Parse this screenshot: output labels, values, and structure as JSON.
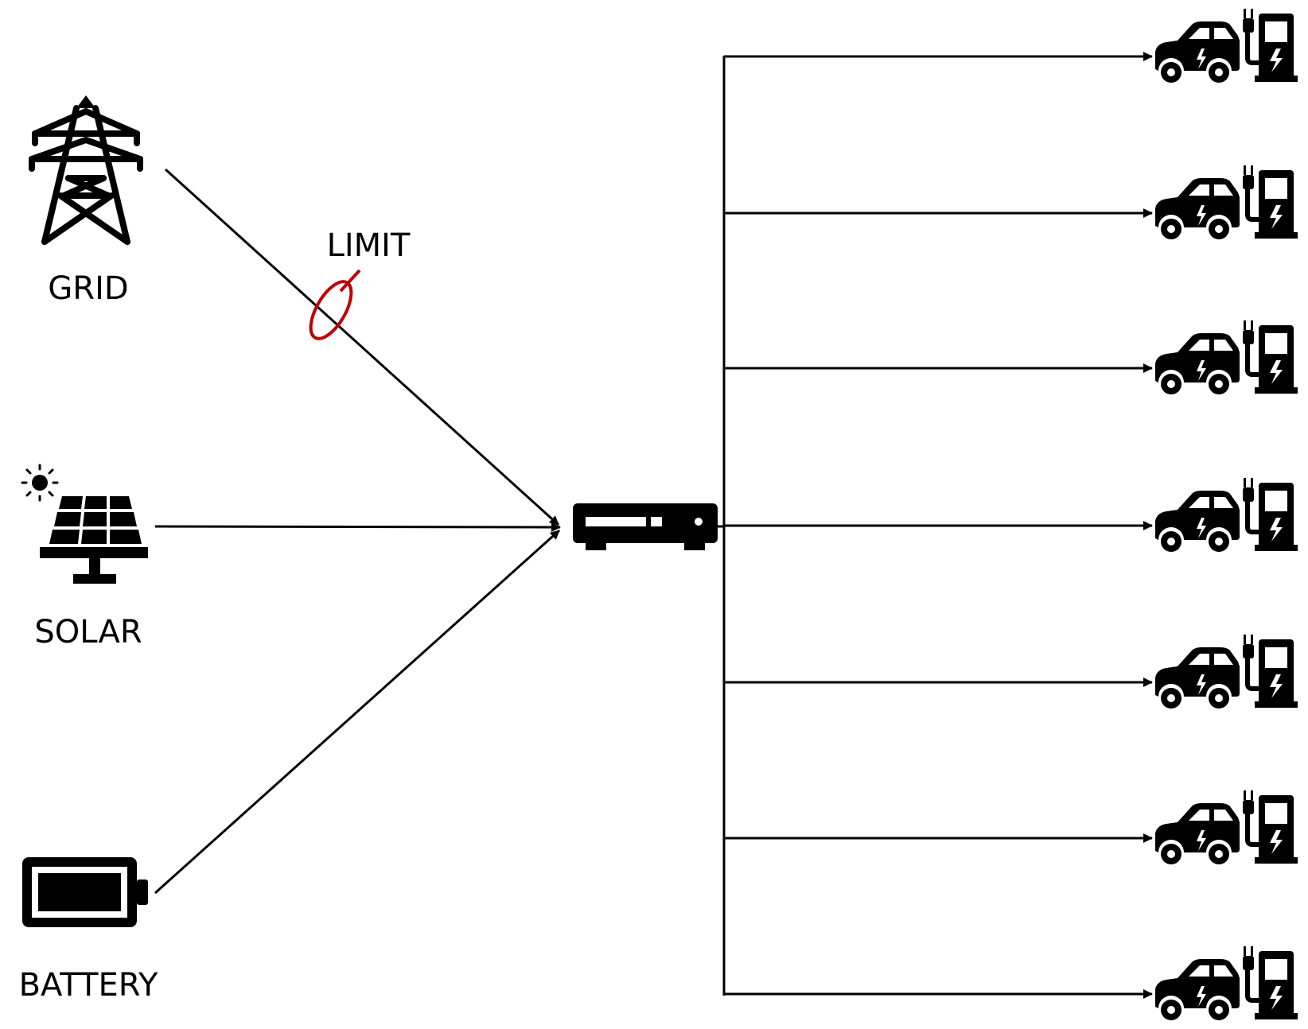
{
  "sources": {
    "grid": {
      "label": "GRID",
      "icon": "power-tower-icon"
    },
    "solar": {
      "label": "SOLAR",
      "icon": "solar-panel-icon"
    },
    "battery": {
      "label": "BATTERY",
      "icon": "battery-icon"
    }
  },
  "limit": {
    "label": "LIMIT",
    "color": "#c00000"
  },
  "hub": {
    "icon": "inverter-icon"
  },
  "chargers": [
    {
      "icon": "ev-charging-car-icon"
    },
    {
      "icon": "ev-charging-car-icon"
    },
    {
      "icon": "ev-charging-car-icon"
    },
    {
      "icon": "ev-charging-car-icon"
    },
    {
      "icon": "ev-charging-car-icon"
    },
    {
      "icon": "ev-charging-car-icon"
    },
    {
      "icon": "ev-charging-car-icon"
    }
  ],
  "colors": {
    "line": "#000000",
    "limit": "#c00000"
  }
}
